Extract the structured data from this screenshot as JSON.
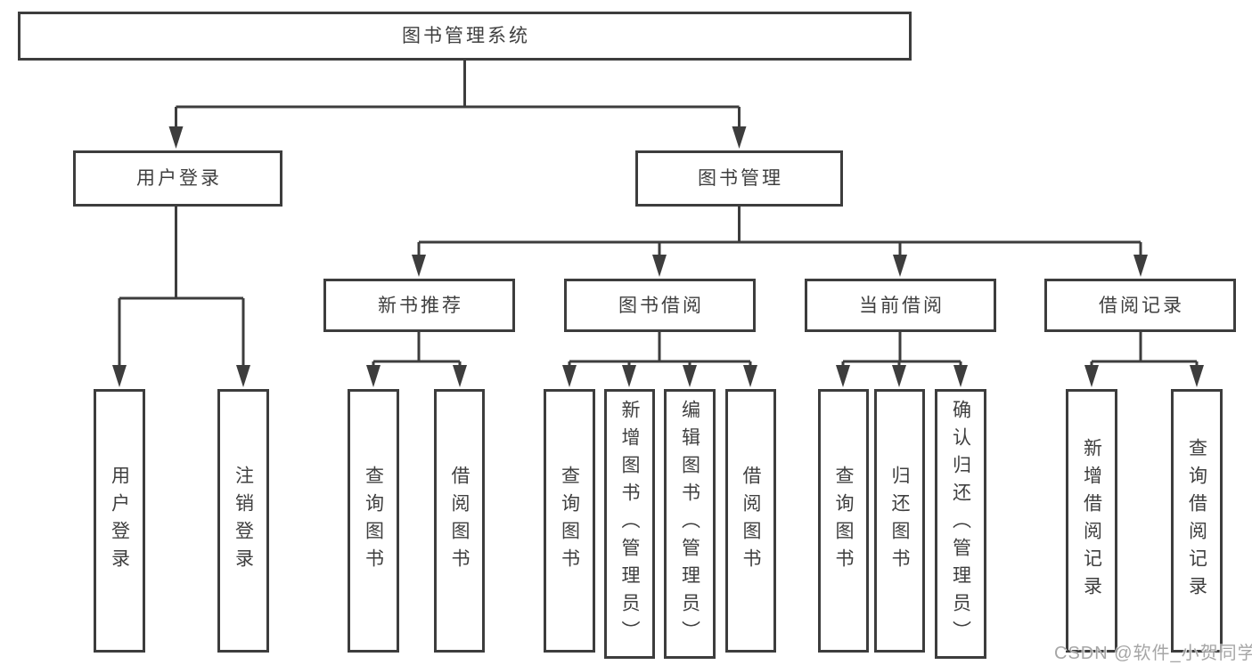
{
  "canvas": {
    "background": "#ffffff",
    "line_color": "#3d3d3d",
    "box_border_color": "#3d3d3d",
    "text_color": "#3f3f3f"
  },
  "watermark": {
    "text": "CSDN @软件_小贺同学",
    "color": "#9e9e9e"
  },
  "nodes": {
    "root": {
      "label": "图书管理系统"
    },
    "user_login": {
      "label": "用户登录"
    },
    "book_mgmt": {
      "label": "图书管理"
    },
    "new_book_rec": {
      "label": "新书推荐"
    },
    "book_borrow": {
      "label": "图书借阅"
    },
    "current_borrow": {
      "label": "当前借阅"
    },
    "borrow_records": {
      "label": "借阅记录"
    },
    "ul_login": {
      "label": "用户登录"
    },
    "ul_logout": {
      "label": "注销登录"
    },
    "nb_query": {
      "label": "查询图书"
    },
    "nb_borrow": {
      "label": "借阅图书"
    },
    "bb_query": {
      "label": "查询图书"
    },
    "bb_add": {
      "label": "新增图书（管理员）"
    },
    "bb_edit": {
      "label": "编辑图书（管理员）"
    },
    "bb_borrow": {
      "label": "借阅图书"
    },
    "cb_query": {
      "label": "查询图书"
    },
    "cb_return": {
      "label": "归还图书"
    },
    "cb_confirm": {
      "label": "确认归还（管理员）"
    },
    "br_add": {
      "label": "新增借阅记录"
    },
    "br_query": {
      "label": "查询借阅记录"
    }
  },
  "hierarchy": {
    "图书管理系统": {
      "用户登录": [
        "用户登录",
        "注销登录"
      ],
      "图书管理": {
        "新书推荐": [
          "查询图书",
          "借阅图书"
        ],
        "图书借阅": [
          "查询图书",
          "新增图书（管理员）",
          "编辑图书（管理员）",
          "借阅图书"
        ],
        "当前借阅": [
          "查询图书",
          "归还图书",
          "确认归还（管理员）"
        ],
        "借阅记录": [
          "新增借阅记录",
          "查询借阅记录"
        ]
      }
    }
  }
}
